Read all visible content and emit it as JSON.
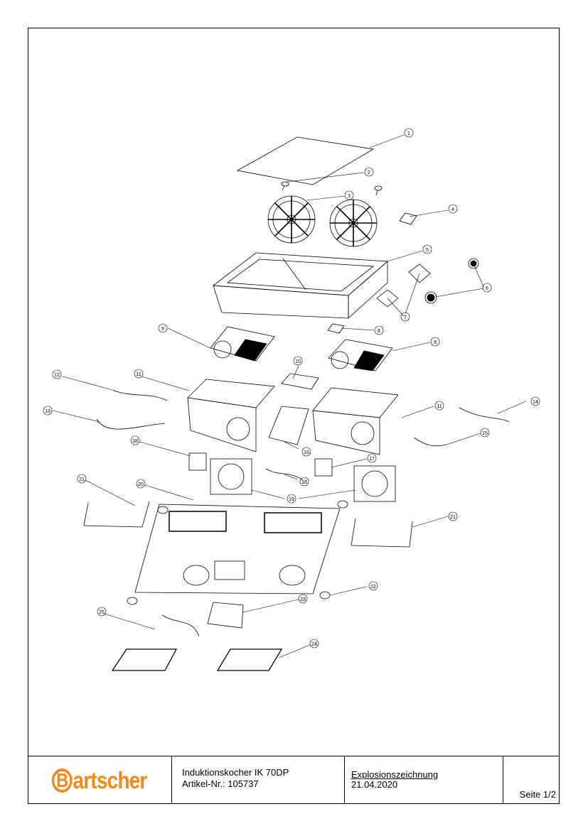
{
  "drawing": {
    "callouts": [
      "1",
      "2",
      "3",
      "4",
      "5",
      "6",
      "7",
      "8",
      "9",
      "10",
      "11",
      "12",
      "13",
      "14",
      "15",
      "16",
      "17",
      "18",
      "19",
      "20",
      "21",
      "22",
      "23",
      "24",
      "25"
    ]
  },
  "title_block": {
    "logo_text": "Bartscher",
    "product_name": "Induktionskocher IK 70DP",
    "article_number": "Artikel-Nr.: 105737",
    "document_type": "Explosionszeichnung",
    "date": "21.04.2020",
    "page": "Seite 1/2"
  },
  "colors": {
    "logo": "#f08a1c",
    "lines": "#000000"
  }
}
